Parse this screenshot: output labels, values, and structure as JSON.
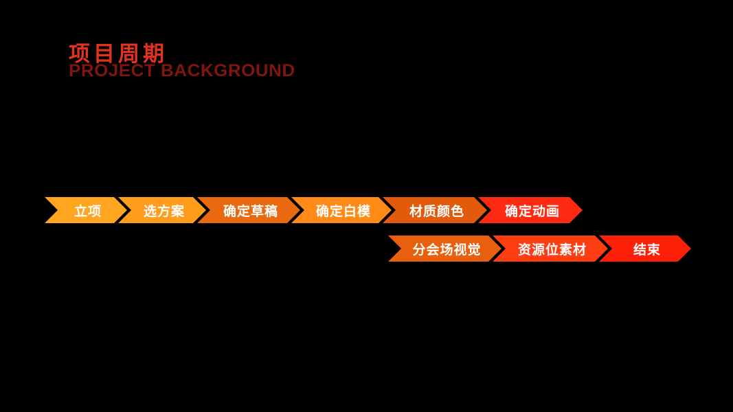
{
  "header": {
    "title": "项目周期",
    "subtitle": "PROJECT BACKGROUND"
  },
  "flow": {
    "rows": [
      {
        "items": [
          {
            "label": "立项",
            "color": "#ffa51f",
            "width": 120
          },
          {
            "label": "选方案",
            "color": "#ff9c1b",
            "width": 128
          },
          {
            "label": "确定草稿",
            "color": "#e8690f",
            "width": 150
          },
          {
            "label": "确定白模",
            "color": "#ff8a15",
            "width": 146
          },
          {
            "label": "材质颜色",
            "color": "#e25a0c",
            "width": 152
          },
          {
            "label": "确定动画",
            "color": "#ff2a12",
            "width": 152
          }
        ]
      },
      {
        "items": [
          {
            "label": "分会场视觉",
            "color": "#e85f0d",
            "width": 165
          },
          {
            "label": "资源位素材",
            "color": "#ff3d12",
            "width": 168
          },
          {
            "label": "结束",
            "color": "#fc2008",
            "width": 134
          }
        ]
      }
    ]
  },
  "colors": {
    "background": "#000000",
    "title": "#e2331f",
    "subtitle": "#7f1710",
    "step_text": "#ffffff"
  }
}
